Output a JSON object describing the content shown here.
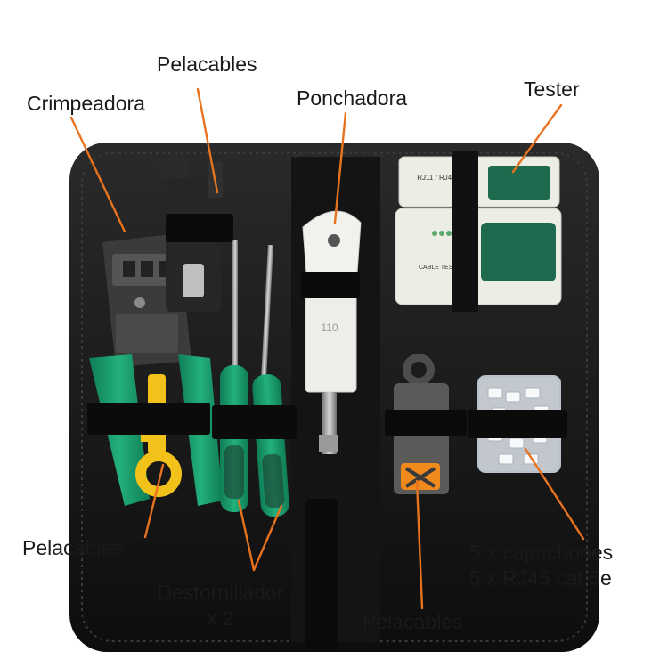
{
  "labels": {
    "crimpeadora": "Crimpeadora",
    "pelacables_top": "Pelacables",
    "ponchadora": "Ponchadora",
    "tester": "Tester",
    "pelacables_left": "Pelacables",
    "destornillador_line1": "Destornillador",
    "destornillador_line2": "x 2",
    "pelacables_bottom": "Pelacables",
    "capuchones_line1": "5 x capuchones",
    "capuchones_line2": "5 x RJ45 cat 5e"
  },
  "tool_markings": {
    "tester_top_text": "RJ11 / RJ45",
    "tester_bottom_text": "CABLE TESTER",
    "punch_tool_text": "110"
  },
  "colors": {
    "background": "#ffffff",
    "case": "#161616",
    "leader_line": "#e8731f",
    "tool_green": "#159a6b",
    "tester_body": "#eceee6",
    "tester_green": "#1e6a4f",
    "yellow_stripper": "#f2c21a",
    "orange_blade": "#f08a1c"
  }
}
